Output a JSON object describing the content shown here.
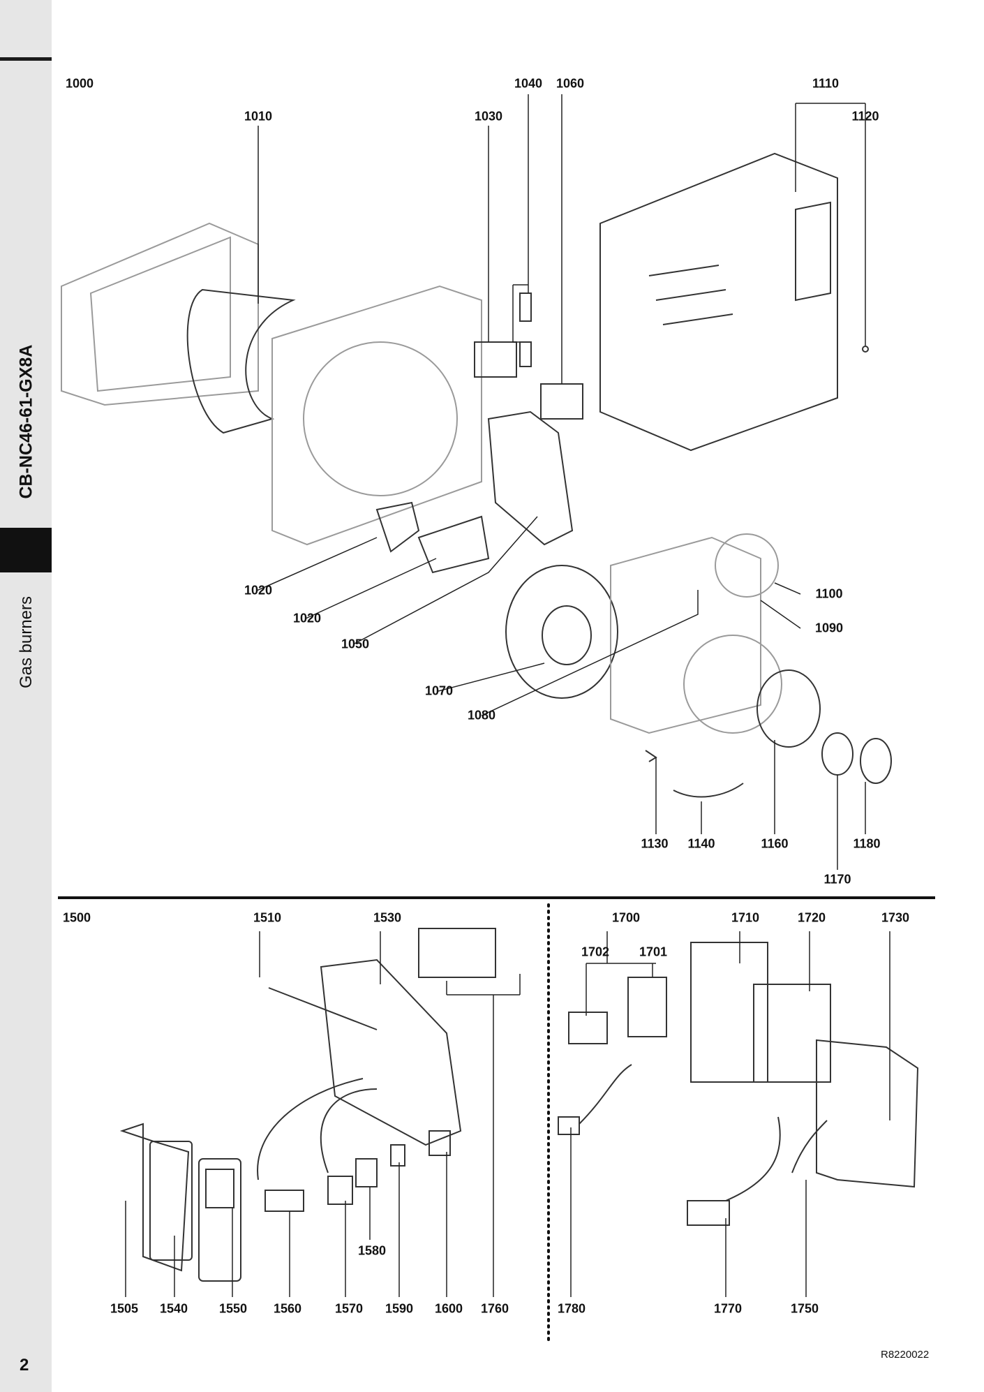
{
  "sidebar": {
    "model": "CB-NC46-61-GX8A",
    "category": "Gas burners"
  },
  "page_number": "2",
  "reference": "R8220022",
  "upper_labels": {
    "l1000": "1000",
    "l1010": "1010",
    "l1030": "1030",
    "l1040": "1040",
    "l1060": "1060",
    "l1110": "1110",
    "l1120": "1120",
    "l1020a": "1020",
    "l1020b": "1020",
    "l1050": "1050",
    "l1070": "1070",
    "l1080": "1080",
    "l1100": "1100",
    "l1090": "1090",
    "l1130": "1130",
    "l1140": "1140",
    "l1160": "1160",
    "l1180": "1180",
    "l1170": "1170"
  },
  "lower_labels": {
    "l1500": "1500",
    "l1510": "1510",
    "l1530": "1530",
    "l1700": "1700",
    "l1702": "1702",
    "l1701": "1701",
    "l1710": "1710",
    "l1720": "1720",
    "l1730": "1730",
    "l1505": "1505",
    "l1540": "1540",
    "l1550": "1550",
    "l1560": "1560",
    "l1570": "1570",
    "l1580": "1580",
    "l1590": "1590",
    "l1600": "1600",
    "l1760": "1760",
    "l1780": "1780",
    "l1770": "1770",
    "l1750": "1750"
  }
}
